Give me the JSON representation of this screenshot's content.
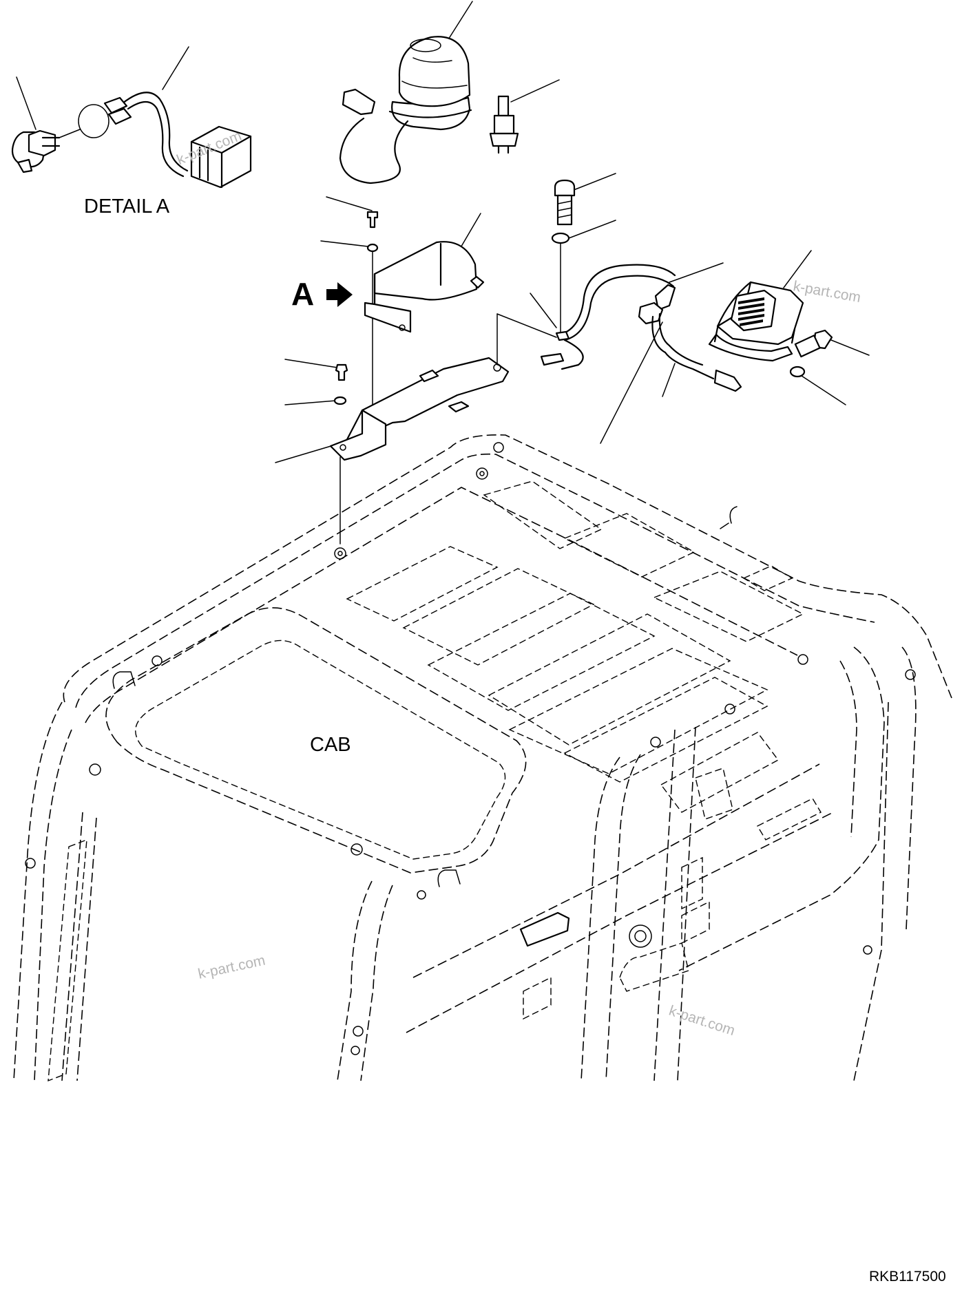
{
  "labels": {
    "detail_a": "DETAIL A",
    "view_arrow": "A",
    "cab": "CAB",
    "drawing_code": "RKB117500"
  },
  "watermarks": [
    "k-part.com",
    "k-part.com",
    "k-part.com",
    "k-part.com"
  ]
}
